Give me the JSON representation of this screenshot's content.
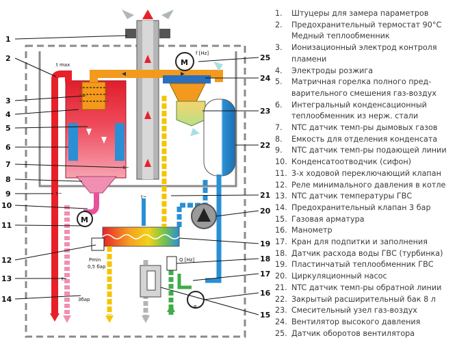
{
  "legend": [
    {
      "n": "1.",
      "text": "Штуцеры для замера параметров"
    },
    {
      "n": "2.",
      "text": "Предохранительный термостат 90°С"
    },
    {
      "n": "",
      "text": "Медный теплообменник"
    },
    {
      "n": "3.",
      "text": "Ионизационный электрод контроля пламени"
    },
    {
      "n": "4.",
      "text": "Электроды розжига"
    },
    {
      "n": "5.",
      "text": "Матричная горелка полного пред-варительного смешения газ-воздух"
    },
    {
      "n": "6.",
      "text": "Интегральный конденсационный теплообменник из нерж. стали"
    },
    {
      "n": "7.",
      "text": "NTC датчик темп-ры дымовых газов"
    },
    {
      "n": "8.",
      "text": "Емкость для отделения конденсата"
    },
    {
      "n": "9.",
      "text": "NTC датчик темп-ры подающей линии"
    },
    {
      "n": "10.",
      "text": "Конденсатоотводчик (сифон)"
    },
    {
      "n": "11.",
      "text": "3-х ходовой переключающий клапан"
    },
    {
      "n": "12.",
      "text": "Реле минимального давления в котле"
    },
    {
      "n": "13.",
      "text": "NTC датчик температуры ГВС"
    },
    {
      "n": "14.",
      "text": "Предохранительный клапан 3 бар"
    },
    {
      "n": "15.",
      "text": "Газовая арматура"
    },
    {
      "n": "16.",
      "text": "Манометр"
    },
    {
      "n": "17.",
      "text": "Кран для подпитки и заполнения"
    },
    {
      "n": "18.",
      "text": "Датчик расхода воды ГВС (турбинка)"
    },
    {
      "n": "19.",
      "text": "Пластинчатый теплообменник ГВС"
    },
    {
      "n": "20.",
      "text": "Циркуляционный насос"
    },
    {
      "n": "21.",
      "text": "NTC датчик темп-ры обратной линии"
    },
    {
      "n": "22.",
      "text": "Закрытый расширительный бак 8 л"
    },
    {
      "n": "23.",
      "text": "Смесительный узел газ-воздух"
    },
    {
      "n": "24.",
      "text": "Вентилятор высокого давления"
    },
    {
      "n": "25.",
      "text": "Датчик оборотов вентилятора"
    }
  ],
  "callouts": {
    "c1": "1",
    "c2": "2",
    "c3": "3",
    "c4": "4",
    "c5": "5",
    "c6": "6",
    "c7": "7",
    "c8": "8",
    "c9": "9",
    "c10": "10",
    "c11": "11",
    "c12": "12",
    "c13": "13",
    "c14": "14",
    "c15": "15",
    "c16": "16",
    "c17": "17",
    "c18": "18",
    "c19": "19",
    "c20": "20",
    "c21": "21",
    "c22": "22",
    "c23": "23",
    "c24": "24",
    "c25": "25"
  },
  "diagram_text": {
    "t_max": "t max",
    "t_sym": "t~",
    "f_hz": "f [Hz]",
    "q_hz": "Q [Hz]",
    "m": "M",
    "pmin": "Pmin",
    "pmin_val": "0,5 бар",
    "bar3": "3бар",
    "p": "P"
  },
  "colors": {
    "hot": "#e8202a",
    "cold": "#2a8fd4",
    "yellow": "#f5c400",
    "orange": "#f39a1e",
    "green": "#3fae49",
    "gray": "#b4b4b4",
    "pink": "#e8529a"
  }
}
